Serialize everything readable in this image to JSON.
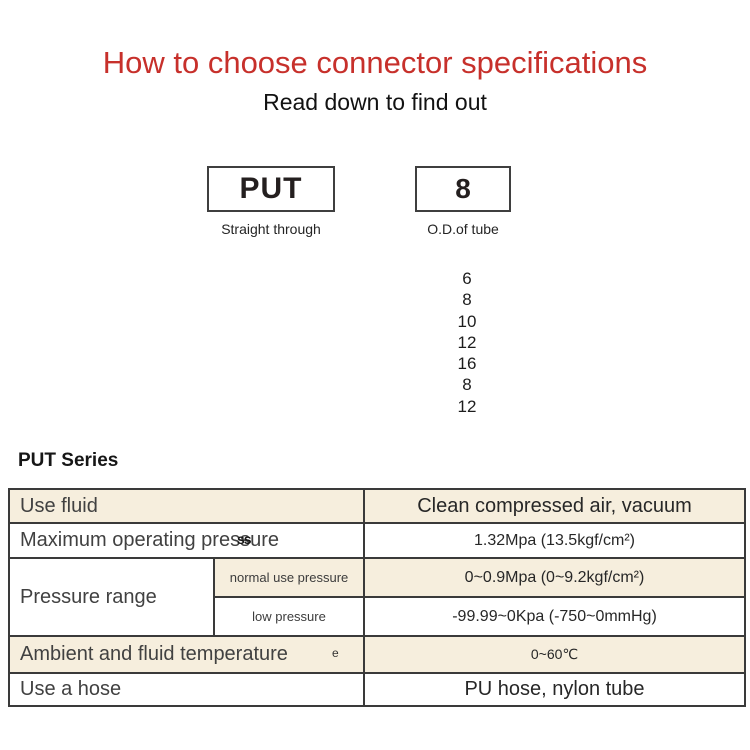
{
  "header": {
    "title": "How to choose connector specifications",
    "subtitle": "Read down to find out"
  },
  "diagram": {
    "boxes": [
      {
        "code": "PUT",
        "caption": "Straight through"
      },
      {
        "code": "8",
        "caption": "O.D.of tube"
      }
    ],
    "sizes": [
      "6",
      "8",
      "10",
      "12",
      "16",
      "8",
      "12"
    ]
  },
  "section_title": "PUT Series",
  "table": {
    "rows": [
      {
        "label": "Use fluid",
        "value": "Clean compressed air, vacuum"
      },
      {
        "label": "Maximum operating pressure",
        "overlap": "ss",
        "value": "1.32Mpa (13.5kgf/cm²)"
      },
      {
        "label": "Pressure range",
        "sub": [
          {
            "label": "normal use pressure",
            "value": "0~0.9Mpa (0~9.2kgf/cm²)"
          },
          {
            "label": "low pressure",
            "value": "-99.99~0Kpa (-750~0mmHg)"
          }
        ]
      },
      {
        "label": "Ambient and fluid temperature",
        "stray": "e",
        "value": "0~60℃"
      },
      {
        "label": "Use a hose",
        "value": "PU hose, nylon tube"
      }
    ]
  },
  "colors": {
    "title_red": "#c7302b",
    "row_beige": "#f6eedd",
    "table_border": "#3a3a3a"
  }
}
